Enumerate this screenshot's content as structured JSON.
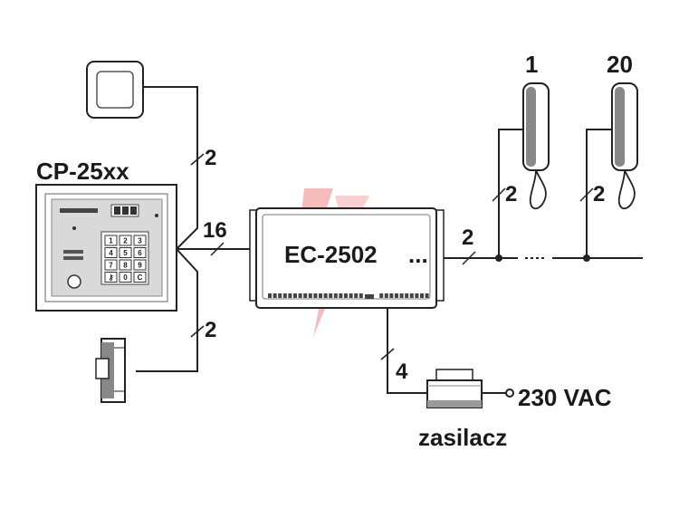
{
  "labels": {
    "panel": "CP-25xx",
    "controller": "EC-2502",
    "ellipsis": "...",
    "phone_first": "1",
    "phone_last": "20",
    "mains": "230 VAC",
    "psu": "zasilacz"
  },
  "wires": {
    "button": "2",
    "lock": "2",
    "panel_bus": "16",
    "output_bus": "2",
    "phone_first": "2",
    "phone_last": "2",
    "psu": "4"
  },
  "keypad": [
    "1",
    "2",
    "3",
    "4",
    "5",
    "6",
    "7",
    "8",
    "9",
    "⚷",
    "0",
    "C"
  ],
  "colors": {
    "line": "#222222",
    "watermark": "#e84040"
  }
}
